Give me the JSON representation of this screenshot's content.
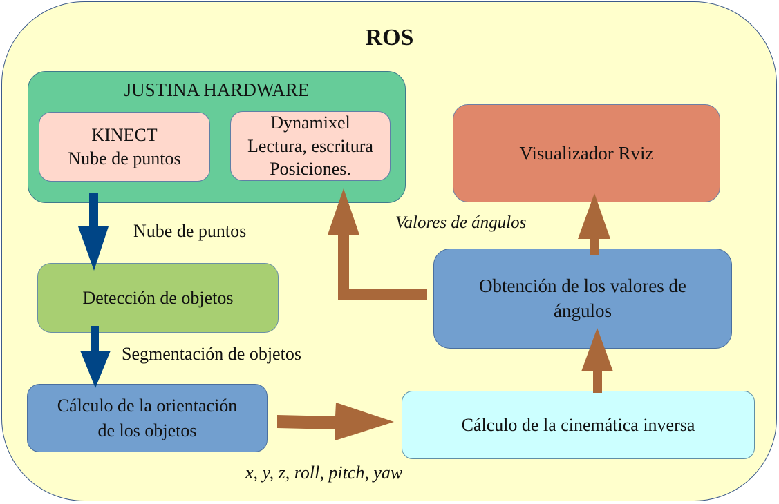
{
  "title": "ROS",
  "hardware": {
    "title": "JUSTINA HARDWARE",
    "kinect": [
      "KINECT",
      "Nube de puntos"
    ],
    "dynamixel": [
      "Dynamixel",
      "Lectura, escritura",
      "Posiciones."
    ]
  },
  "boxes": {
    "rviz": "Visualizador Rviz",
    "deteccion": "Detección de objetos",
    "orientacion": [
      "Cálculo de la orientación",
      "de los objetos"
    ],
    "obtencion": [
      "Obtención de los valores de",
      "ángulos"
    ],
    "cinematica": "Cálculo de la cinemática inversa"
  },
  "labels": {
    "nube": "Nube de puntos",
    "segmentacion": "Segmentación de objetos",
    "valores": "Valores de ángulos",
    "pose": "x, y, z, roll, pitch, yaw"
  },
  "colors": {
    "blue_arrow": "#004586",
    "brown_arrow": "#a9683a"
  }
}
